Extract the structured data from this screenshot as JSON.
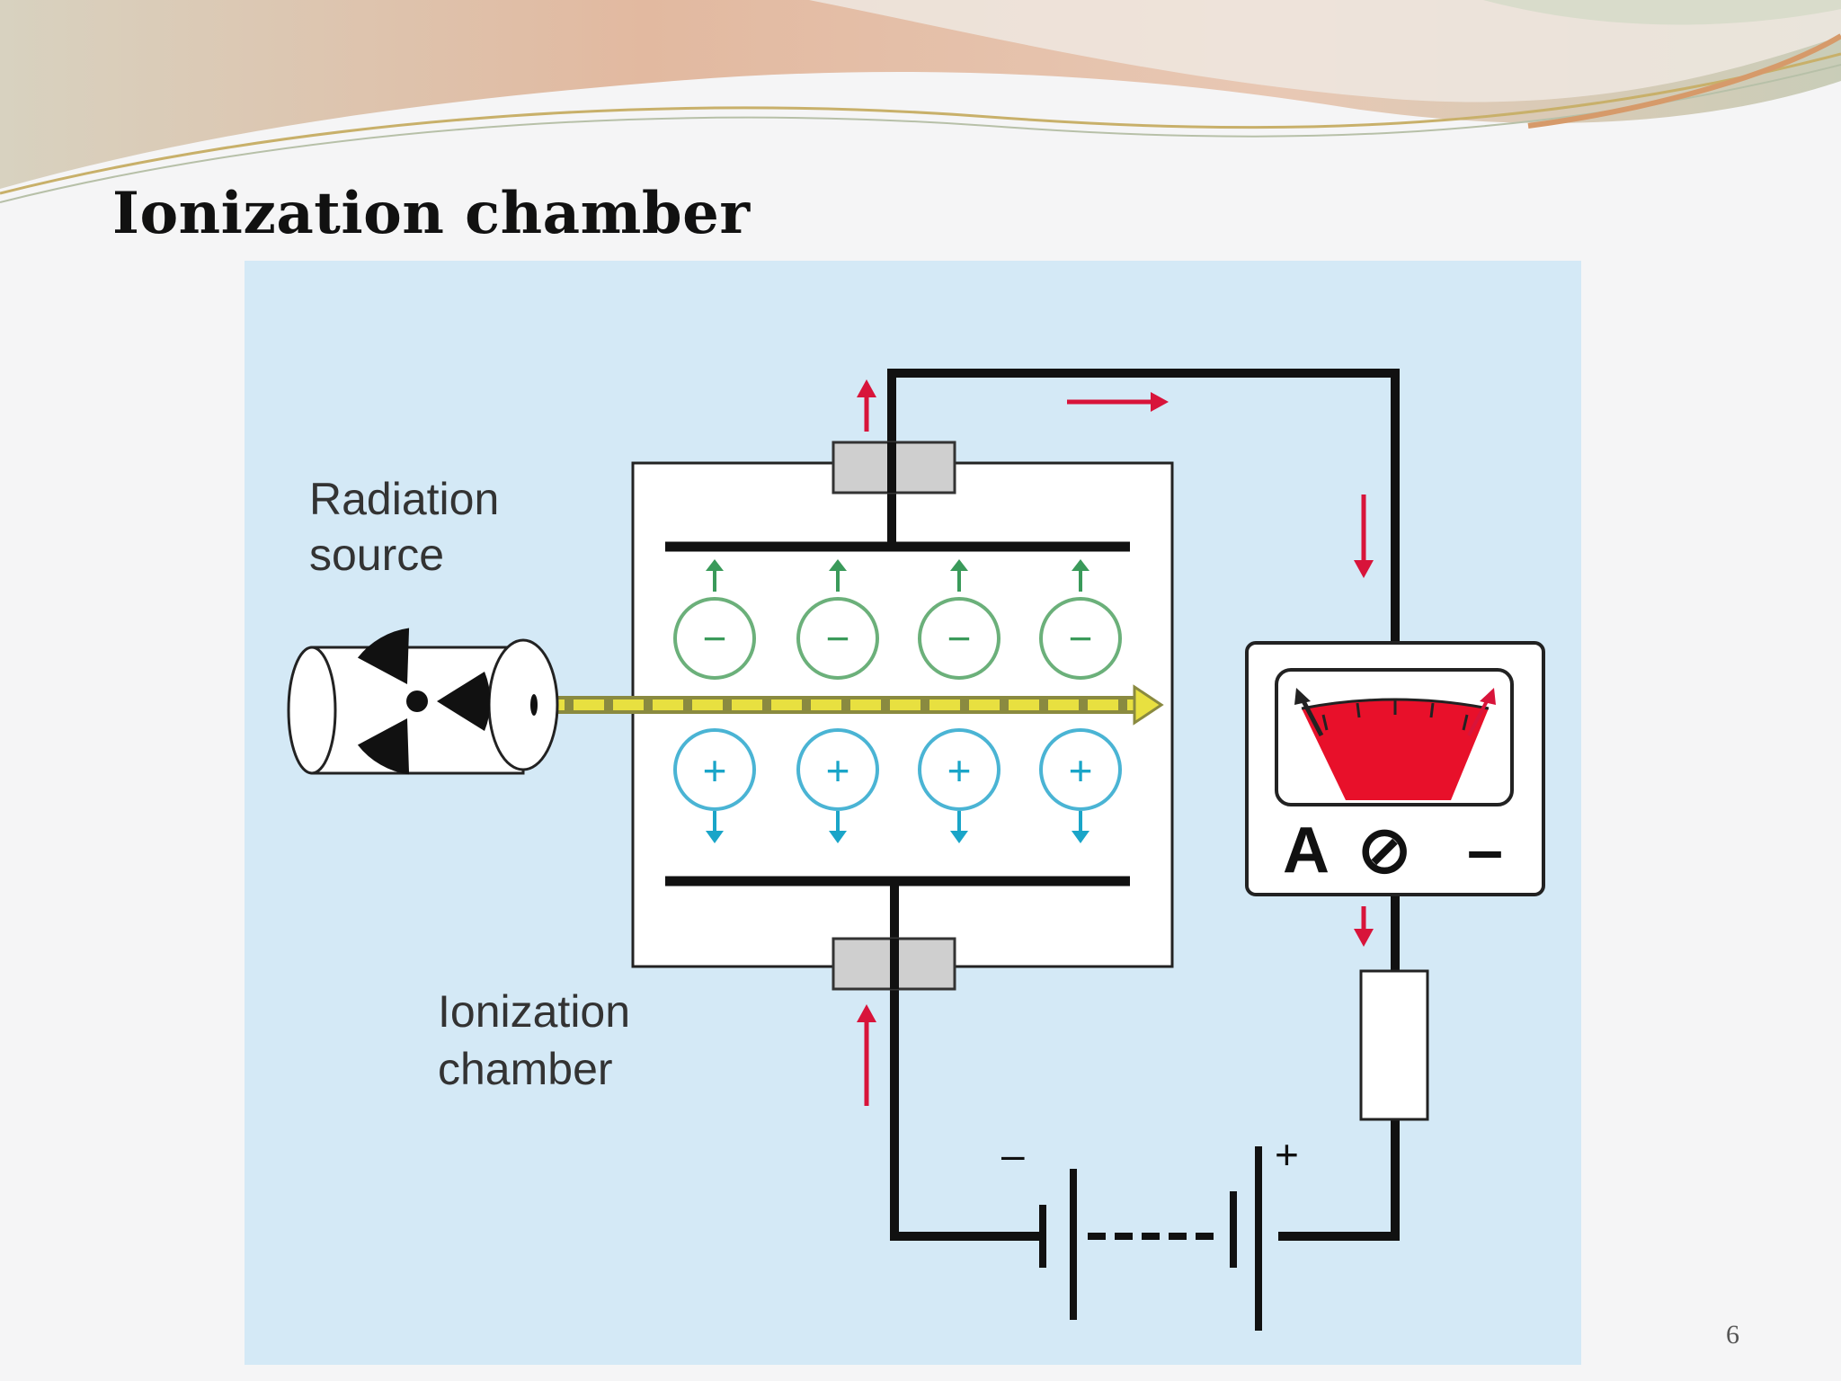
{
  "slide": {
    "title": "Ionization chamber",
    "page_number": "6"
  },
  "diagram": {
    "labels": {
      "radiation_source_line1": "Radiation",
      "radiation_source_line2": "source",
      "ionization_chamber_line1": "Ionization",
      "ionization_chamber_line2": "chamber"
    },
    "meter": {
      "unit_label": "A",
      "zero_symbol": "⊘",
      "minus_label": "–"
    },
    "battery": {
      "negative_label": "–",
      "positive_label": "+"
    },
    "ions": {
      "negative_symbol": "−",
      "positive_symbol": "+"
    },
    "colors": {
      "panel_background": "#d4e9f6",
      "wire": "#111111",
      "current_arrow": "#d8143a",
      "negative_ion": "#3a9a5a",
      "positive_ion": "#1aa5c8",
      "radiation_beam": "#e8e040",
      "meter_fill": "#e8102a"
    }
  }
}
